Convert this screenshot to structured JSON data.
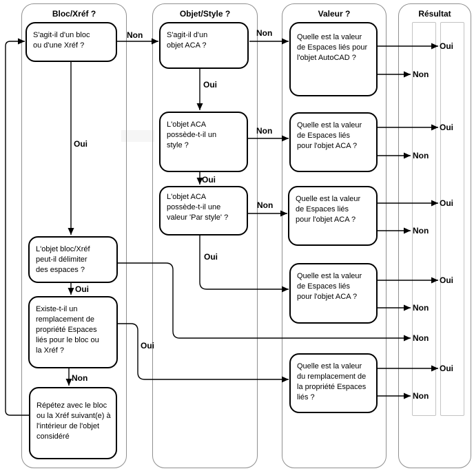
{
  "flowchart": {
    "columns": {
      "bloc_xref": {
        "title": "Bloc/Xréf ?"
      },
      "objet_style": {
        "title": "Objet/Style ?"
      },
      "valeur": {
        "title": "Valeur ?"
      },
      "resultat": {
        "title": "Résultat"
      }
    },
    "nodes": {
      "q_bloc_xref": "S'agit-il d'un bloc\nou d'une Xréf ?",
      "q_objet_aca": "S'agit-il d'un\nobjet ACA ?",
      "q_valeur_autocad": "Quelle est la valeur\nde Espaces liés pour\nl'objet AutoCAD ?",
      "q_aca_style": "L'objet ACA\npossède-t-il un\nstyle ?",
      "q_aca_par_style": "L'objet ACA\npossède-t-il une\nvaleur 'Par style' ?",
      "q_valeur_aca_1": "Quelle est la valeur\nde Espaces liés\npour l'objet ACA ?",
      "q_valeur_aca_2": "Quelle est la valeur\nde Espaces liés\npour l'objet ACA ?",
      "q_valeur_aca_3": "Quelle est la valeur\nde Espaces liés\npour l'objet ACA ?",
      "q_delimiter": "L'objet bloc/Xréf\npeut-il délimiter\ndes espaces ?",
      "q_remplacement": "Existe-t-il un\nremplacement de\npropriété Espaces\nliés pour le bloc ou\nla Xréf ?",
      "repetez": "Répétez avec le bloc\nou la Xréf suivant(e) à\nl'intérieur de l'objet\nconsidéré",
      "q_valeur_remplacement": "Quelle est la valeur\ndu remplacement de\nla propriété Espaces\nliés ?"
    },
    "labels": {
      "oui": "Oui",
      "non": "Non"
    },
    "colors": {
      "line": "#000000",
      "container_border": "#8f8f8f",
      "lane_border": "#c3c3c3"
    }
  }
}
